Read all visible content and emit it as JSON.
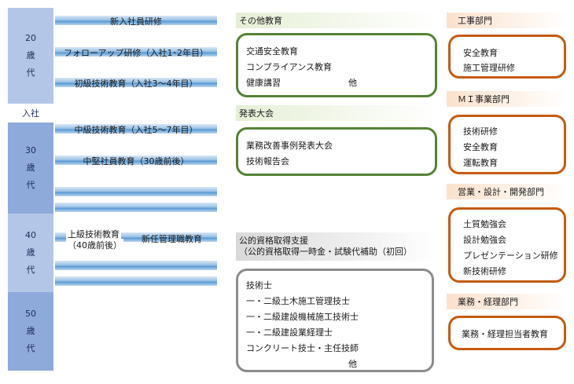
{
  "ages": [
    "20\n歳\n代",
    "30\n歳\n代",
    "40\n歳\n代",
    "50\n歳\n代"
  ],
  "nyusha": "入社",
  "left": {
    "new_employee": "新入社員研修",
    "followup": "フォローアップ研修（入社1･2年目）",
    "beginner": "初級技術教育（入社3～4年目）",
    "intermediate": "中級技術教育（入社5～7年目）",
    "midlevel": "中堅社員教育（30歳前後）",
    "advanced_line1": "上級技術教育",
    "advanced_line2": "（40歳前後）",
    "new_manager": "新任管理職教育"
  },
  "other": {
    "header": "その他教育",
    "items": [
      "交通安全教育",
      "コンプライアンス教育",
      "健康講習"
    ],
    "etc": "他"
  },
  "presentation": {
    "header": "発表大会",
    "items": [
      "業務改善事例発表大会",
      "技術報告会"
    ]
  },
  "qualification": {
    "header_line1": "公的資格取得支援",
    "header_line2": "（公的資格取得一時金・試験代補助（初回）",
    "items": [
      "技術士",
      "一・二級土木施工管理技士",
      "一・二級建設機械施工技術士",
      "一・二級建設業経理士",
      "コンクリート技士・主任技師"
    ],
    "etc": "他"
  },
  "construction": {
    "header": "工事部門",
    "items": [
      "安全教育",
      "施工管理研修"
    ]
  },
  "mi": {
    "header": "ＭＩ事業部門",
    "items": [
      "技術研修",
      "安全教育",
      "運転教育"
    ]
  },
  "sales": {
    "header": "営業・設計・開発部門",
    "items": [
      "土質勉強会",
      "設計勉強会",
      "プレゼンテーション研修",
      "新技術研修"
    ]
  },
  "admin": {
    "header": "業務・経理部門",
    "items": [
      "業務・経理担当者教育"
    ]
  }
}
